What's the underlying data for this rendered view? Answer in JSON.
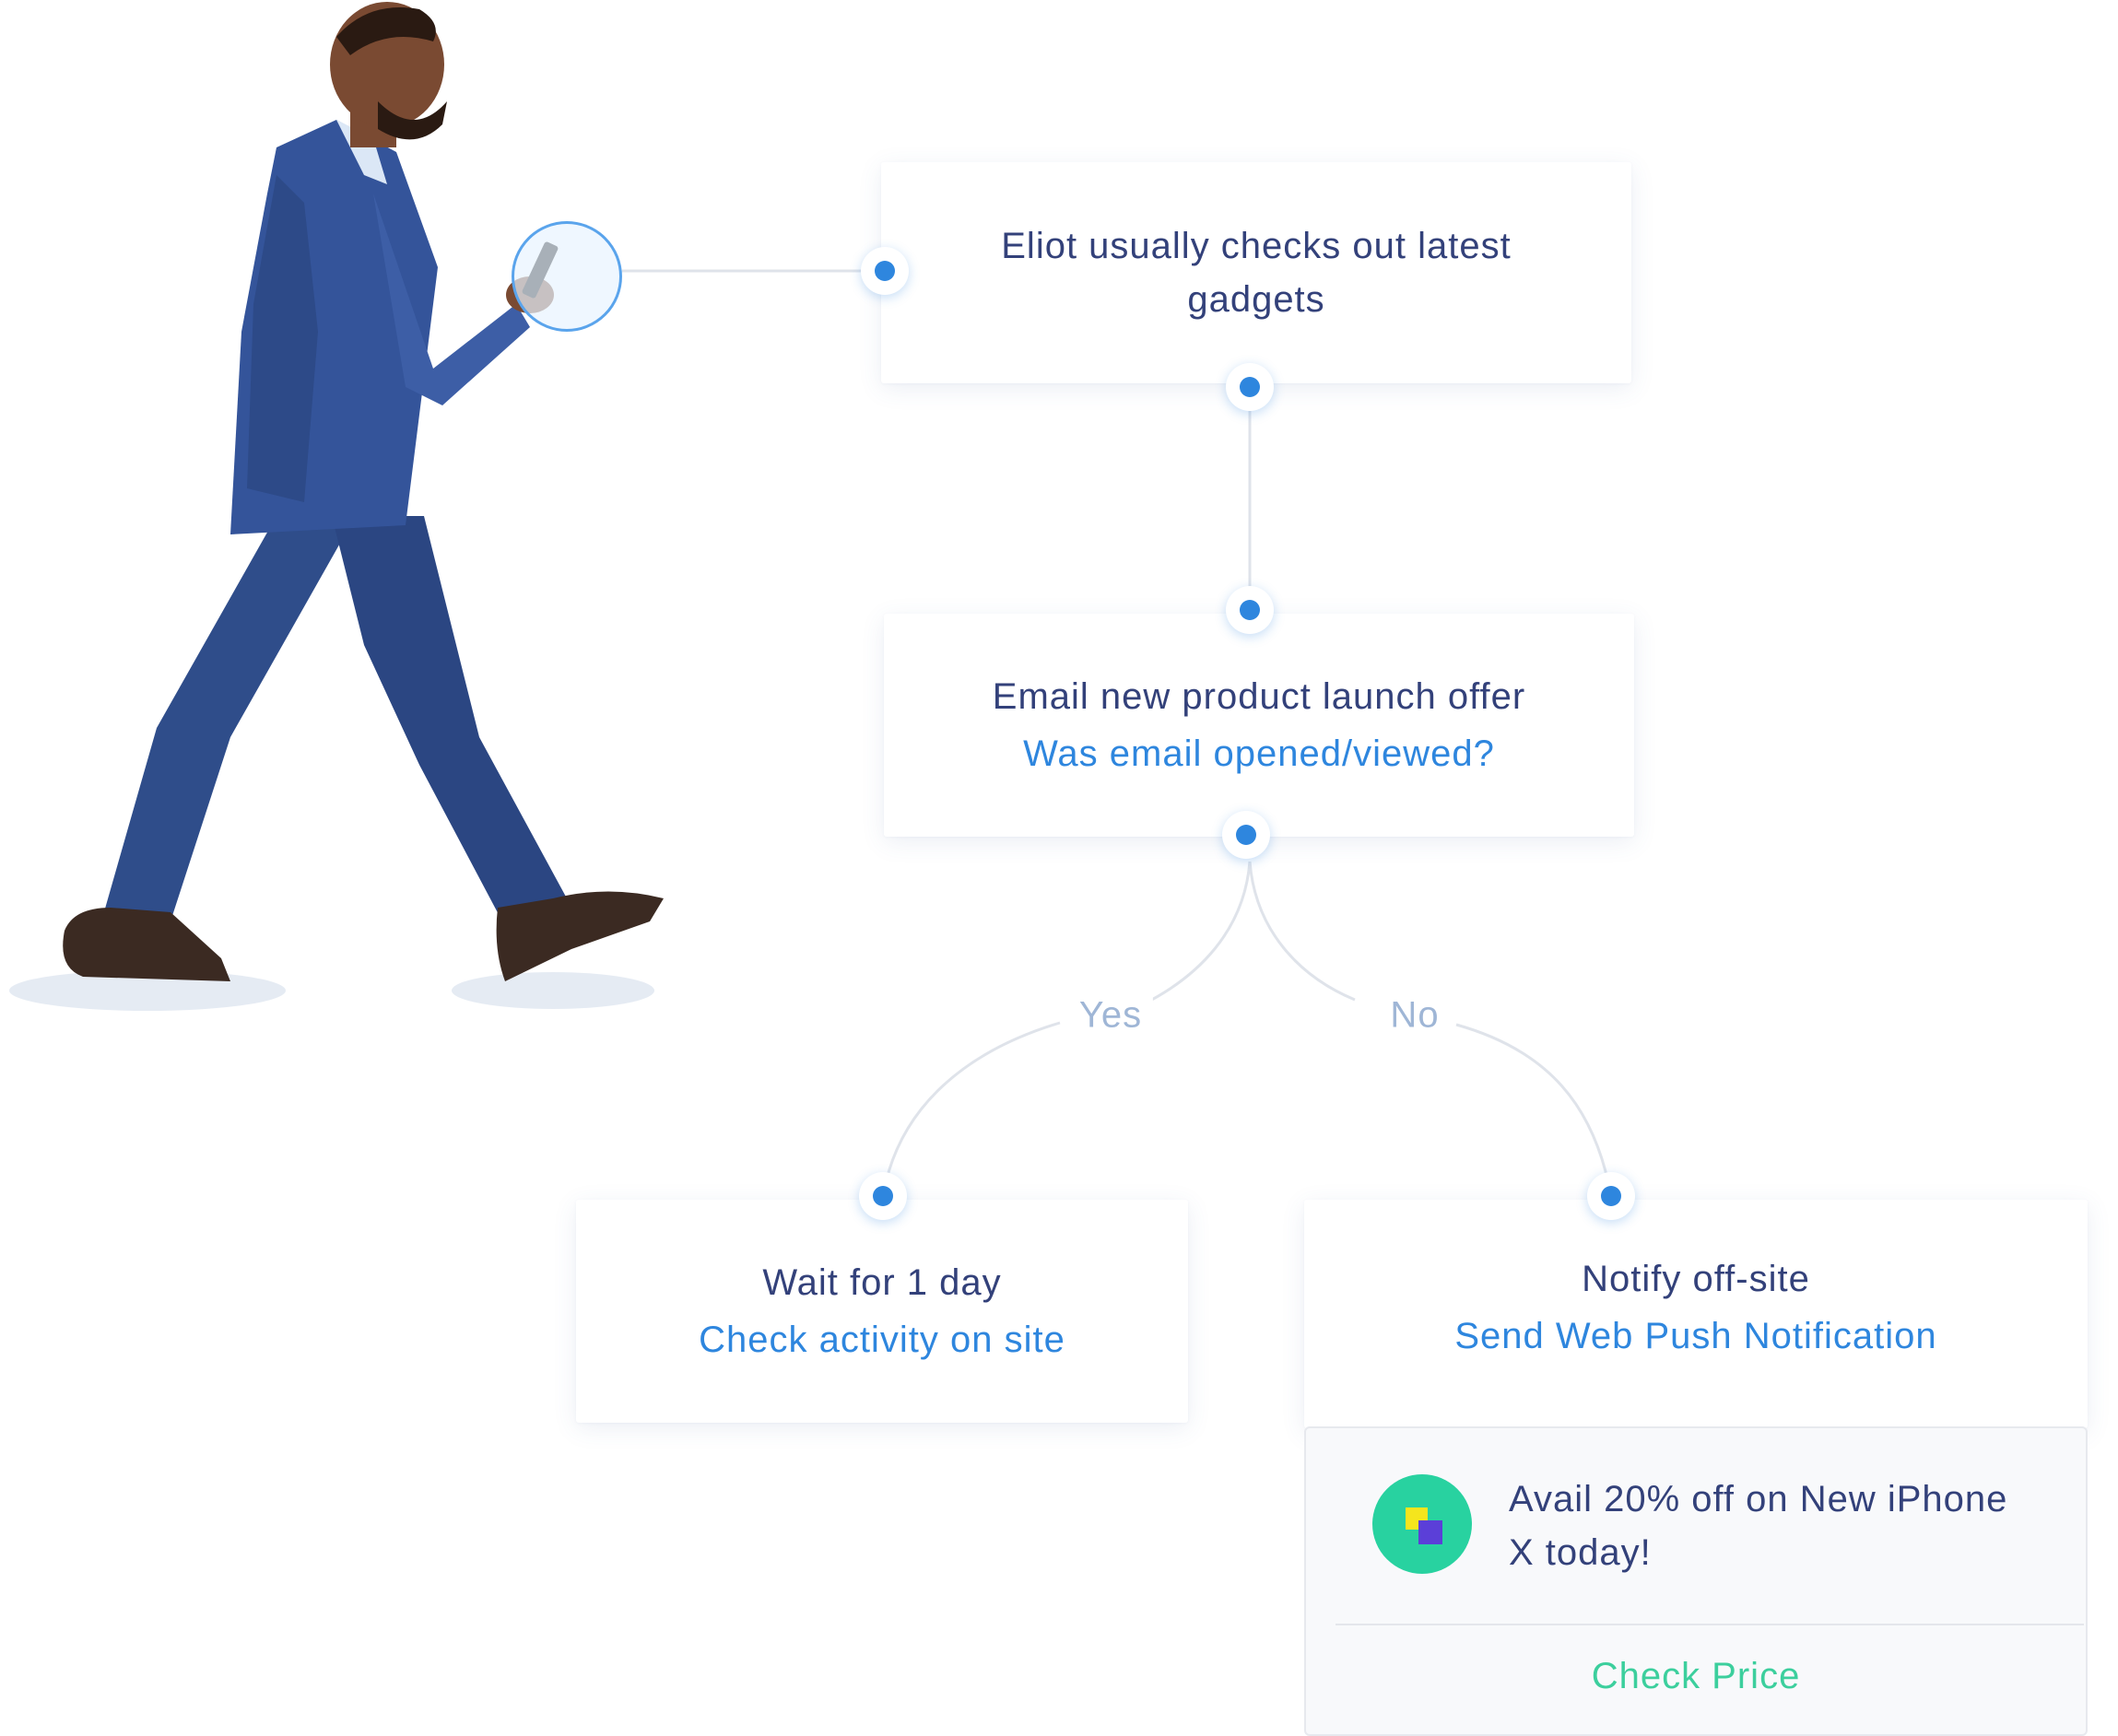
{
  "flow": {
    "start": {
      "title": "Eliot usually checks out latest gadgets"
    },
    "email": {
      "title": "Email new product launch offer",
      "subtitle": "Was email opened/viewed?"
    },
    "branches": {
      "yes": "Yes",
      "no": "No"
    },
    "wait": {
      "title": "Wait for 1 day",
      "subtitle": "Check activity on site"
    },
    "notify": {
      "title": "Notify off-site",
      "subtitle": "Send Web Push Notification"
    }
  },
  "push_notification": {
    "message": "Avail 20% off on New iPhone X today!",
    "cta": "Check Price"
  },
  "colors": {
    "node_title": "#33417a",
    "node_subtitle": "#2e86de",
    "connector_dot": "#2e86de",
    "branch_label": "#9fb6d6",
    "cta": "#3ccf9d",
    "app_icon": "#28d2a0"
  }
}
